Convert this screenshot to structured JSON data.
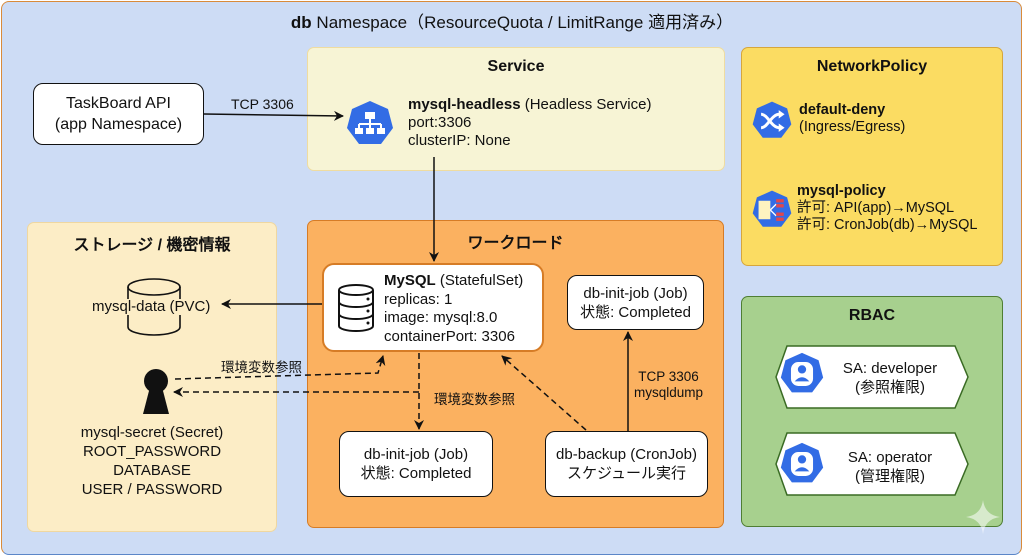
{
  "namespace": {
    "title_bold": "db",
    "title_rest": " Namespace（ResourceQuota / LimitRange 適用済み）"
  },
  "external": {
    "api_line1": "TaskBoard API",
    "api_line2": "(app Namespace)",
    "api_edge_label": "TCP 3306"
  },
  "service": {
    "title": "Service",
    "name": "mysql-headless",
    "kind": " (Headless Service)",
    "port": "port:3306",
    "cluster_ip": "clusterIP: None"
  },
  "network_policy": {
    "title": "NetworkPolicy",
    "items": [
      {
        "name": "default-deny",
        "lines": [
          "(Ingress/Egress)"
        ]
      },
      {
        "name": "mysql-policy",
        "lines": [
          "許可: API(app)→MySQL",
          "許可: CronJob(db)→MySQL"
        ]
      }
    ]
  },
  "storage": {
    "title": "ストレージ / 機密情報",
    "pvc": "mysql-data (PVC)",
    "secret_lines": [
      "mysql-secret (Secret)",
      "ROOT_PASSWORD",
      "DATABASE",
      "USER / PASSWORD"
    ],
    "env_ref_label": "環境変数参照"
  },
  "workload": {
    "title": "ワークロード",
    "mysql": {
      "name": "MySQL",
      "kind": " (StatefulSet)",
      "replicas": "replicas: 1",
      "image": "image: mysql:8.0",
      "port": "containerPort: 3306"
    },
    "init_job_top": {
      "line1": "db-init-job (Job)",
      "line2": "状態: Completed"
    },
    "init_job_bottom": {
      "line1": "db-init-job (Job)",
      "line2": "状態: Completed"
    },
    "backup": {
      "line1": "db-backup (CronJob)",
      "line2": "スケジュール実行"
    },
    "env_ref_label": "環境変数参照",
    "backup_edge_line1": "TCP 3306",
    "backup_edge_line2": "mysqldump"
  },
  "rbac": {
    "title": "RBAC",
    "accounts": [
      {
        "line1": "SA: developer",
        "line2": "(参照権限)"
      },
      {
        "line1": "SA: operator",
        "line2": "(管理権限)"
      }
    ]
  },
  "colors": {
    "k8s_blue": "#326ce5",
    "namespace_bg": "#cddcf5",
    "workload_bg": "#fbb160",
    "netpol_bg": "#fbdc62",
    "rbac_bg": "#a7d08e"
  }
}
